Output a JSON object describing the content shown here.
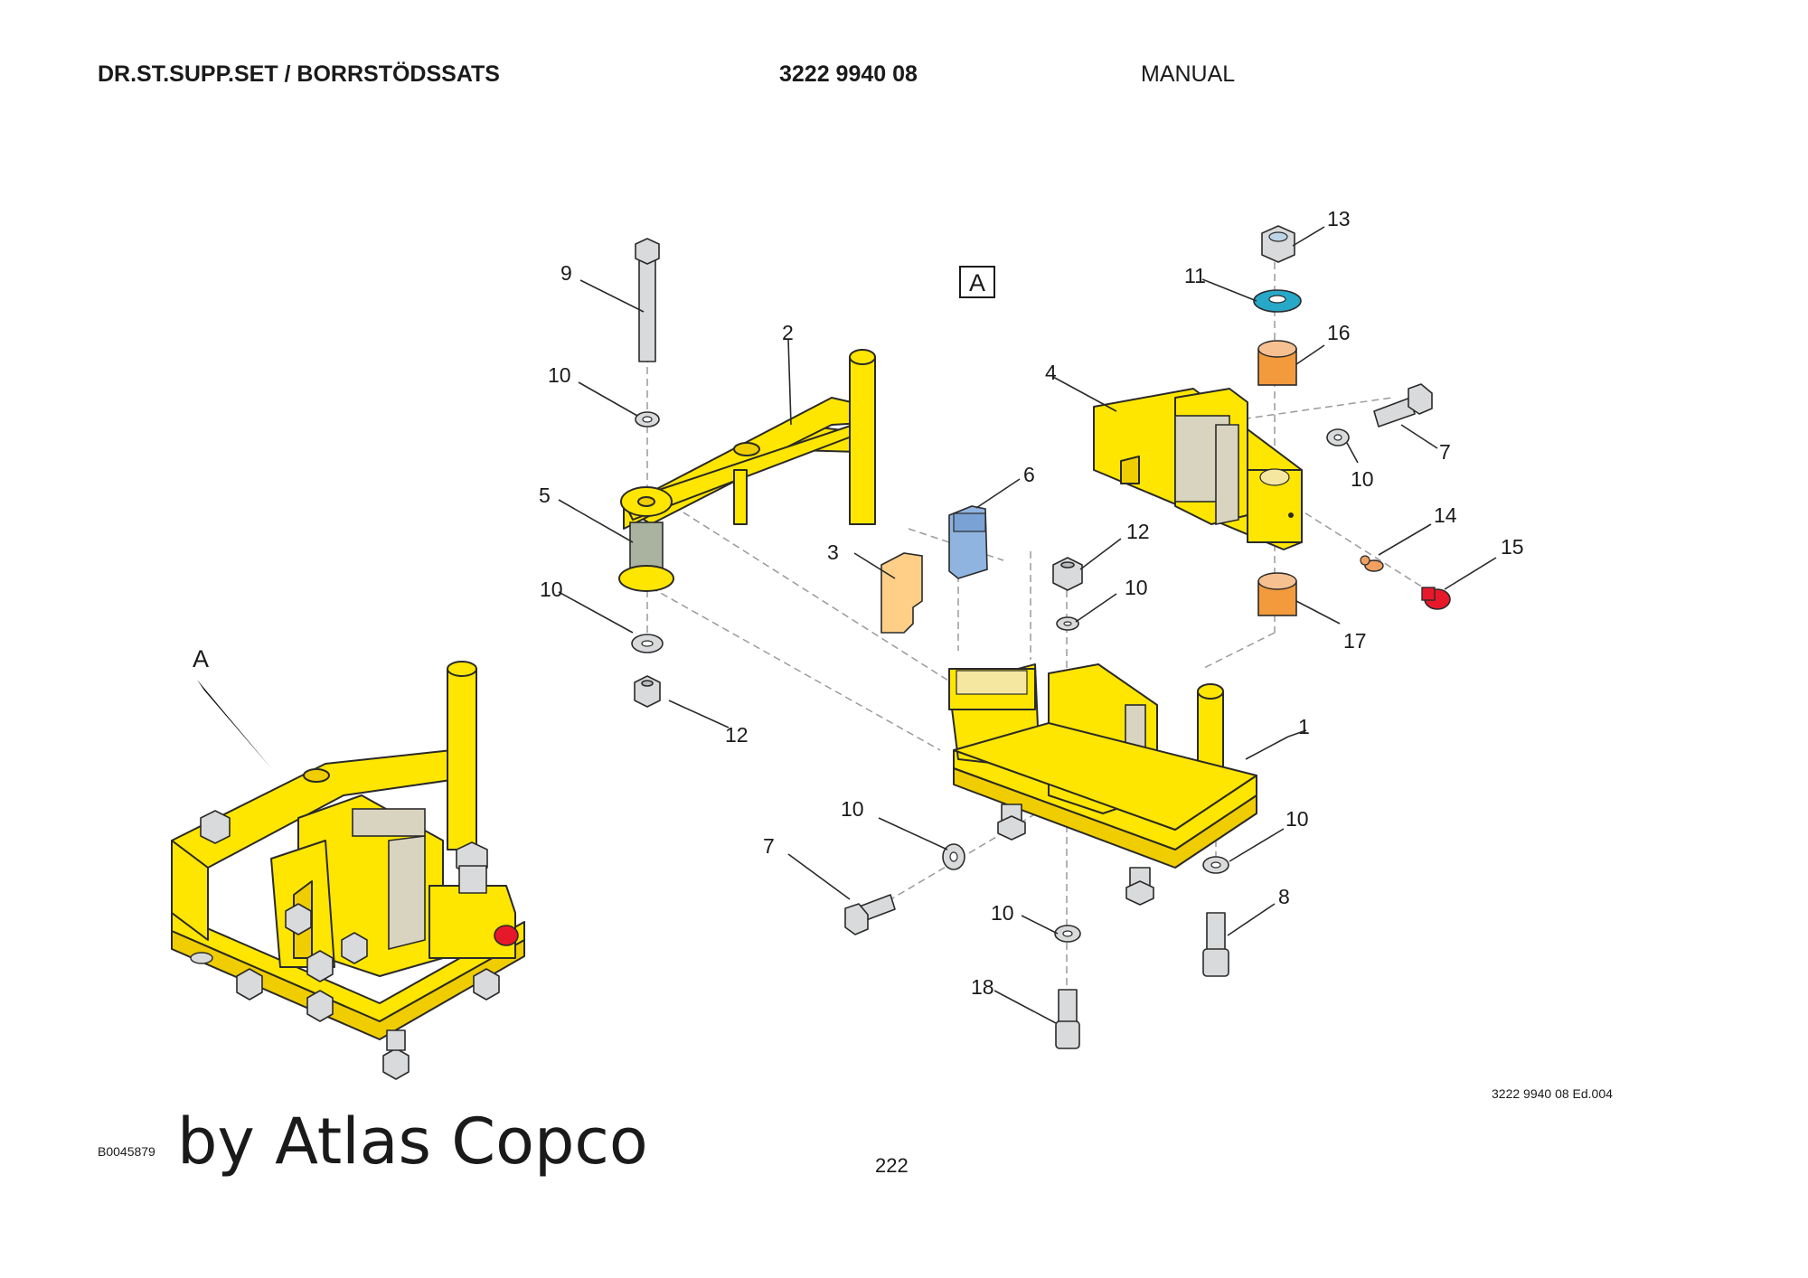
{
  "header": {
    "title": "DR.ST.SUPP.SET / BORRSTÖDSSATS",
    "part_number": "3222 9940 08",
    "doc_type": "MANUAL"
  },
  "figure": {
    "view_label": "A",
    "detail_label": "A",
    "callouts": {
      "c1": "1",
      "c2": "2",
      "c3": "3",
      "c4": "4",
      "c5": "5",
      "c6": "6",
      "c7a": "7",
      "c7b": "7",
      "c8": "8",
      "c9": "9",
      "c10a": "10",
      "c10b": "10",
      "c10c": "10",
      "c10d": "10",
      "c10e": "10",
      "c10f": "10",
      "c10g": "10",
      "c11": "11",
      "c12a": "12",
      "c12b": "12",
      "c13": "13",
      "c14": "14",
      "c15": "15",
      "c16": "16",
      "c17": "17",
      "c18": "18"
    },
    "colors": {
      "frame_yellow": "#ffe600",
      "outline": "#2a2a2a",
      "bolt_grey": "#d9dadb",
      "bushing_orange": "#f39a3c",
      "pad_orange": "#ffcf88",
      "pad_blue": "#8fb4e0",
      "washer_teal": "#27a8c8",
      "plug_red": "#e8182b",
      "nipple_orange": "#f0a060",
      "insert_tan": "#d9d4c0"
    }
  },
  "footer": {
    "drawing_ref": "3222 9940 08 Ed.004",
    "image_id": "B0045879",
    "brand": "by Atlas Copco",
    "page_number": "222"
  }
}
